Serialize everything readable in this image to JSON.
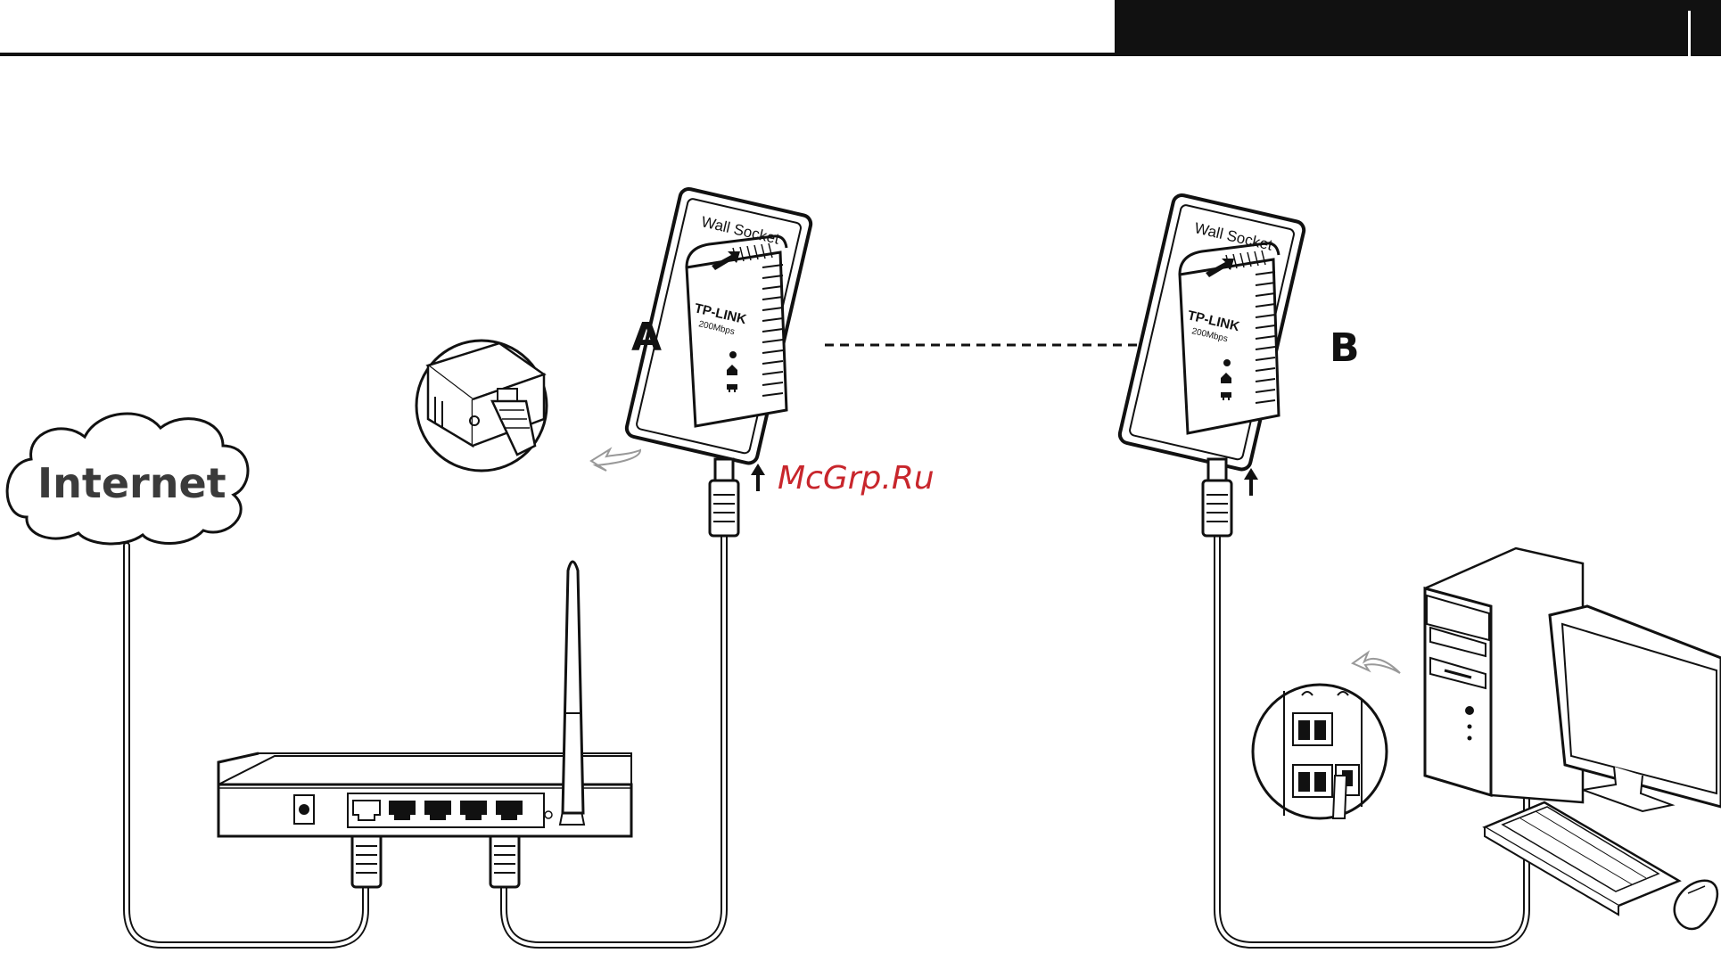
{
  "figure": {
    "adapter_a": {
      "letter": "A",
      "socket_label": "Wall Socket",
      "brand": "TP-LINK",
      "speed": "200Mbps"
    },
    "adapter_b": {
      "letter": "B",
      "socket_label": "Wall Socket",
      "brand": "TP-LINK",
      "speed": "200Mbps"
    },
    "cloud_label": "Internet",
    "watermark": "McGrp.Ru"
  },
  "colors": {
    "line": "#111111",
    "header_bar": "#111111",
    "watermark": "#c8262c"
  },
  "icons": [
    "wall-socket-icon",
    "powerline-adapter-icon",
    "router-icon",
    "computer-tower-icon",
    "monitor-icon",
    "keyboard-icon",
    "mouse-icon",
    "ethernet-plug-icon",
    "cloud-icon",
    "curved-arrow-icon",
    "up-arrow-icon"
  ]
}
